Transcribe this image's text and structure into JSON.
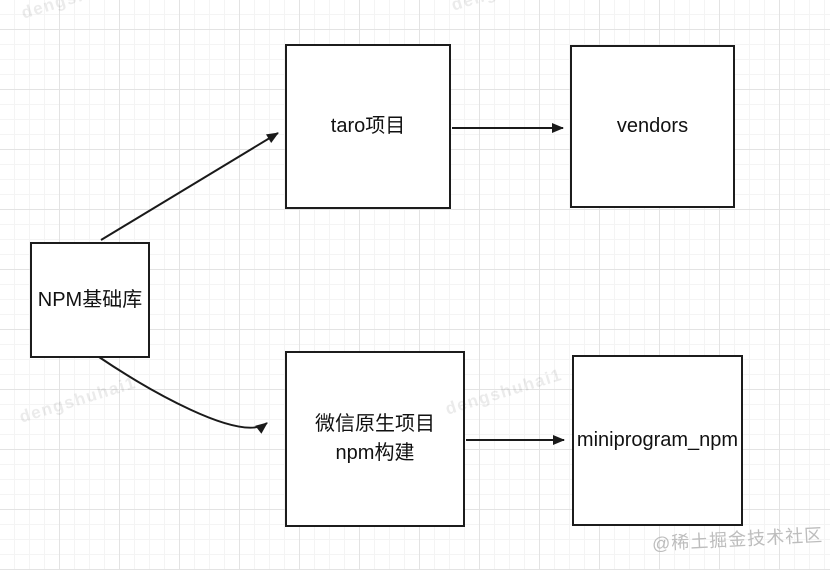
{
  "diagram": {
    "nodes": [
      {
        "id": "npm-base",
        "label": "NPM基础库"
      },
      {
        "id": "taro",
        "label": "taro项目"
      },
      {
        "id": "vendors",
        "label": "vendors"
      },
      {
        "id": "wechat",
        "label": "微信原生项目\nnpm构建"
      },
      {
        "id": "miniprogram",
        "label": "miniprogram_npm"
      }
    ],
    "edges": [
      {
        "from": "NPM基础库",
        "to": "taro项目"
      },
      {
        "from": "taro项目",
        "to": "vendors"
      },
      {
        "from": "NPM基础库",
        "to": "微信原生项目 npm构建"
      },
      {
        "from": "微信原生项目 npm构建",
        "to": "miniprogram_npm"
      }
    ]
  },
  "watermarks": {
    "user": "dengshuhai1",
    "credit": "@稀土掘金技术社区"
  },
  "colors": {
    "node_border": "#1c1c1c",
    "arrow": "#1a1a1a",
    "grid_major": "#e3e3e3",
    "grid_minor": "#f4f4f4",
    "watermark_credit": "#bdbdbd"
  }
}
